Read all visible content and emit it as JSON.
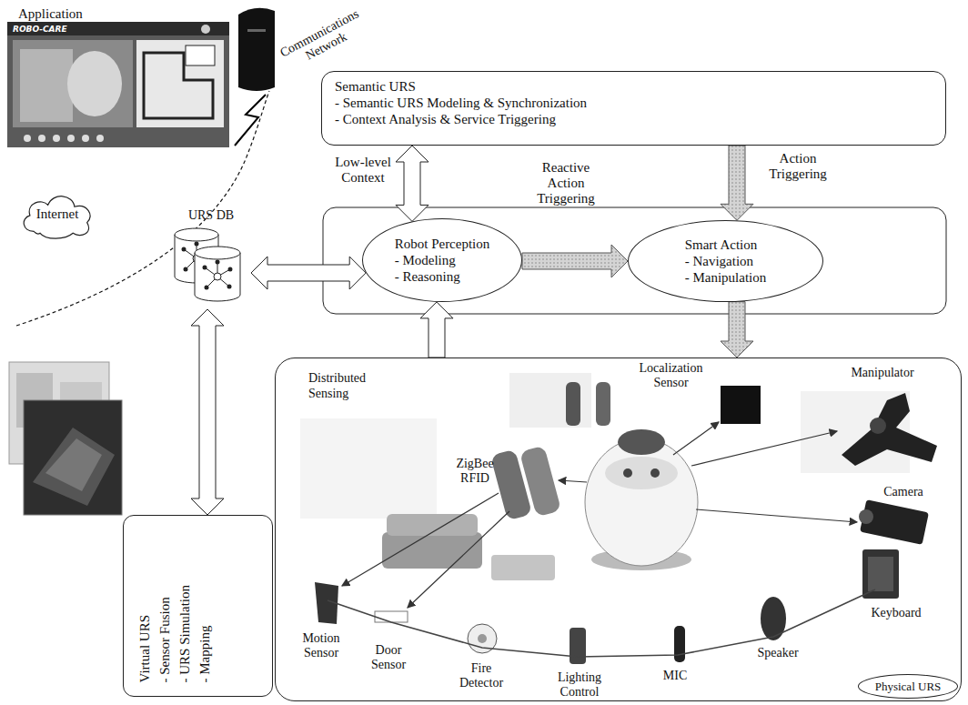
{
  "diagram": {
    "nodes": [
      {
        "text": [
          "Application"
        ]
      },
      {
        "text": [
          "Semantic URS",
          "- Semantic URS Modeling & Synchronization",
          "- Context Analysis & Service Triggering"
        ]
      },
      {
        "text": [
          "Internet"
        ]
      },
      {
        "text": [
          "URS DB"
        ]
      },
      {
        "text": [
          "Robot Perception",
          "- Modeling",
          "- Reasoning"
        ]
      },
      {
        "text": [
          "Smart Action",
          "- Navigation",
          "- Manipulation"
        ]
      },
      {
        "text": [
          "Virtual URS",
          "- Sensor Fusion",
          "- URS Simulation",
          "- Mapping"
        ]
      },
      {
        "text": [
          "Distributed Sensing"
        ]
      },
      {
        "text": [
          "Physical URS"
        ],
        "in": 7
      }
    ],
    "edges": [
      {
        "from": 1,
        "to": 4,
        "arrow": "both",
        "label": "Low-level Context"
      },
      {
        "from": 1,
        "to": 5,
        "arrow": "to",
        "label": "Action Triggering"
      },
      {
        "from": 4,
        "to": 5,
        "arrow": "to",
        "label": "Reactive Action Triggering"
      },
      {
        "from": 3,
        "to": 4,
        "arrow": "both"
      },
      {
        "from": 3,
        "to": 6,
        "arrow": "both"
      },
      {
        "from": 7,
        "to": 4,
        "arrow": "to"
      },
      {
        "from": 5,
        "to": 7,
        "arrow": "to"
      }
    ],
    "labels": [
      "ROBO-CARE",
      "Communications Network",
      "Localization Sensor",
      "Manipulator",
      "ZigBee RFID",
      "Camera",
      "Motion Sensor",
      "Door Sensor",
      "Fire Detector",
      "Lighting Control",
      "MIC",
      "Speaker",
      "Keyboard"
    ]
  }
}
